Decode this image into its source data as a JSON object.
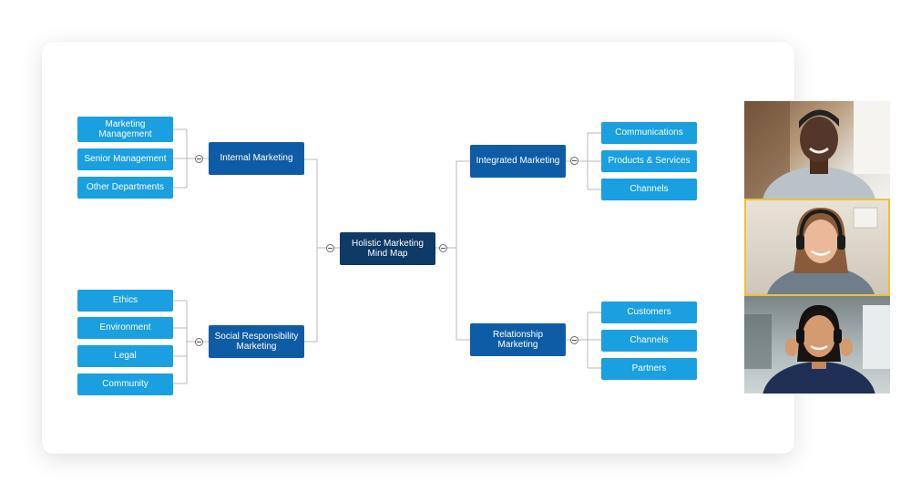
{
  "mindmap": {
    "root": "Holistic Marketing Mind Map",
    "branches": {
      "internal": {
        "label": "Internal Marketing",
        "children": [
          "Marketing Management",
          "Senior Management",
          "Other Departments"
        ]
      },
      "social": {
        "label": "Social Responsibility Marketing",
        "children": [
          "Ethics",
          "Environment",
          "Legal",
          "Community"
        ]
      },
      "integrated": {
        "label": "Integrated Marketing",
        "children": [
          "Communications",
          "Products & Services",
          "Channels"
        ]
      },
      "relationship": {
        "label": "Relationship Marketing",
        "children": [
          "Customers",
          "Channels",
          "Partners"
        ]
      }
    }
  },
  "colors": {
    "leaf": "#1a9fe0",
    "branch": "#0f5ca6",
    "root": "#0d3a66",
    "connector": "#b8b8b8",
    "active_speaker_border": "#f2c12e"
  },
  "video_call": {
    "participants": [
      {
        "icon": "participant-video-icon",
        "active": false
      },
      {
        "icon": "participant-video-icon",
        "active": true
      },
      {
        "icon": "participant-video-icon",
        "active": false
      }
    ]
  }
}
